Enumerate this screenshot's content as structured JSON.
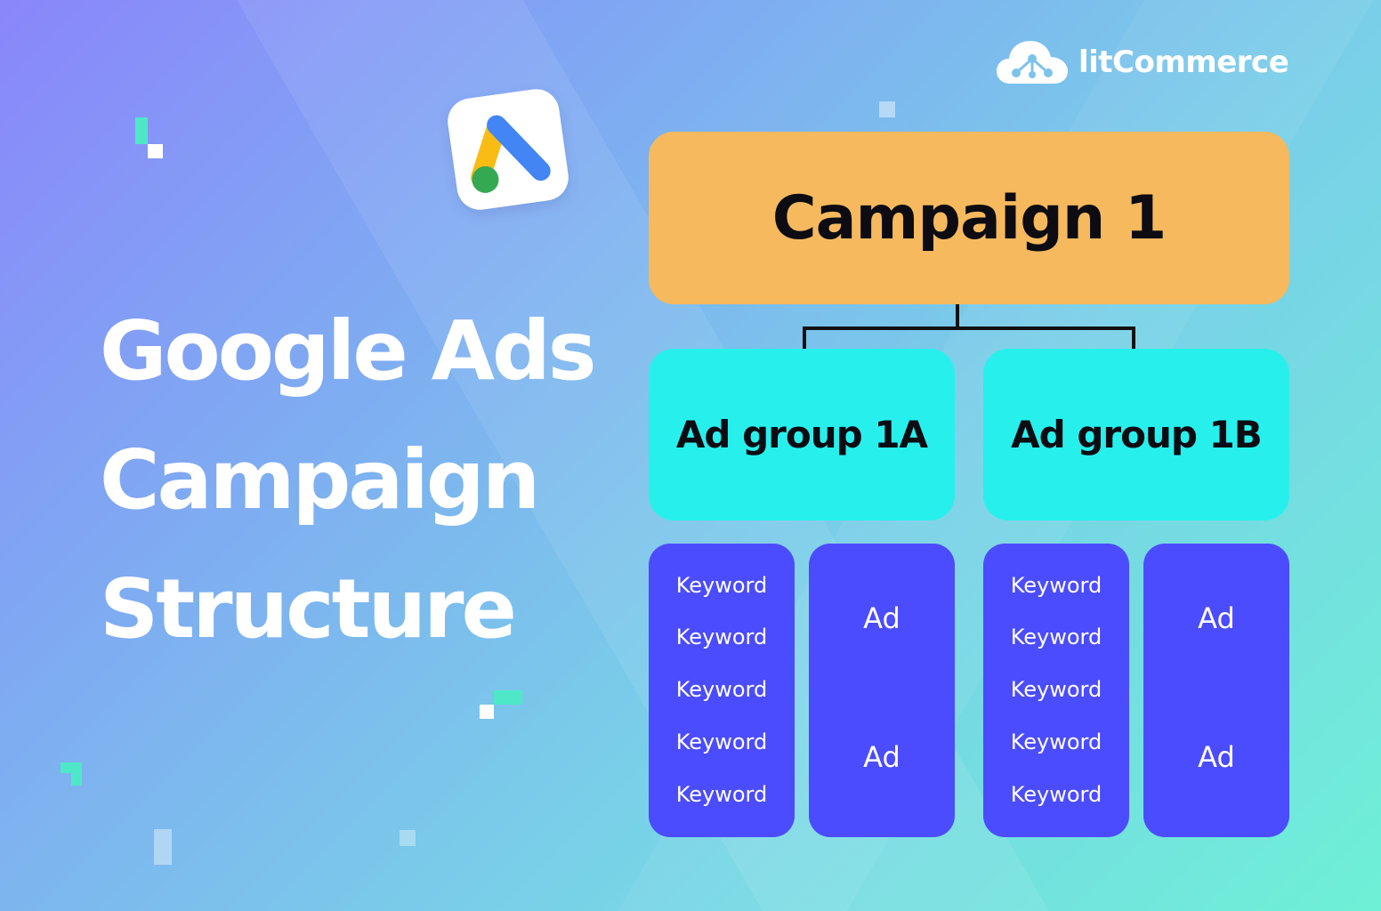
{
  "brand": {
    "name": "litCommerce",
    "icon": "cloud-network-icon"
  },
  "ads_logo": {
    "icon": "google-ads-icon"
  },
  "title": {
    "line1": "Google Ads",
    "line2": "Campaign",
    "line3": "Structure"
  },
  "diagram": {
    "campaign": {
      "label": "Campaign 1"
    },
    "ad_groups": [
      {
        "label": "Ad group 1A",
        "keywords": [
          "Keyword",
          "Keyword",
          "Keyword",
          "Keyword",
          "Keyword"
        ],
        "ads": [
          "Ad",
          "Ad"
        ]
      },
      {
        "label": "Ad group 1B",
        "keywords": [
          "Keyword",
          "Keyword",
          "Keyword",
          "Keyword",
          "Keyword"
        ],
        "ads": [
          "Ad",
          "Ad"
        ]
      }
    ]
  },
  "colors": {
    "campaign": "#f6b95e",
    "ad_group": "#27f0ec",
    "leaf": "#4b4cfd",
    "text_dark": "#0c0c12",
    "accent_decor": "#4ee8c9"
  }
}
